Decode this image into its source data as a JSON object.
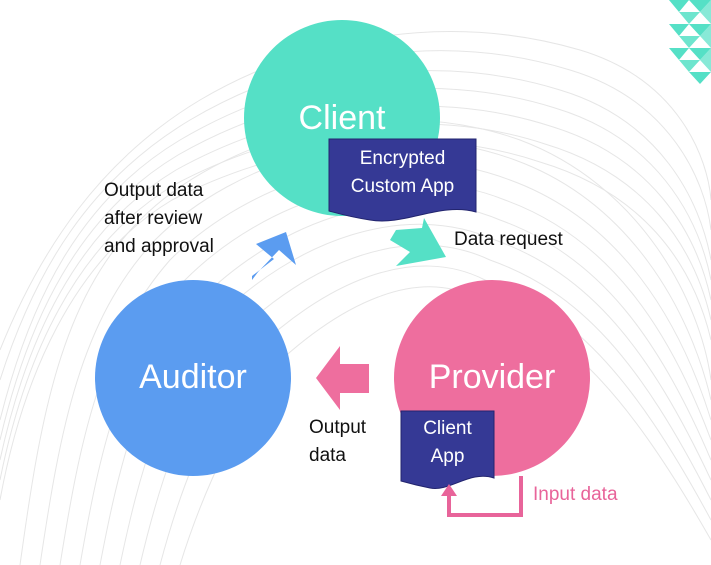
{
  "nodes": {
    "client": {
      "label": "Client",
      "color": "#55e0c6"
    },
    "auditor": {
      "label": "Auditor",
      "color": "#5b9cf0"
    },
    "provider": {
      "label": "Provider",
      "color": "#ee6e9e"
    }
  },
  "documents": {
    "encrypted_app": {
      "label": "Encrypted\nCustom App",
      "color": "#353995"
    },
    "client_app": {
      "label": "Client\nApp",
      "color": "#353995"
    }
  },
  "edges": {
    "data_request": "Data request",
    "output_after_review": "Output data\nafter review\nand approval",
    "output_data": "Output\ndata",
    "input_data": "Input data"
  },
  "colors": {
    "input_data": "#e8649a",
    "contour_lines": "#e3e3e3"
  }
}
